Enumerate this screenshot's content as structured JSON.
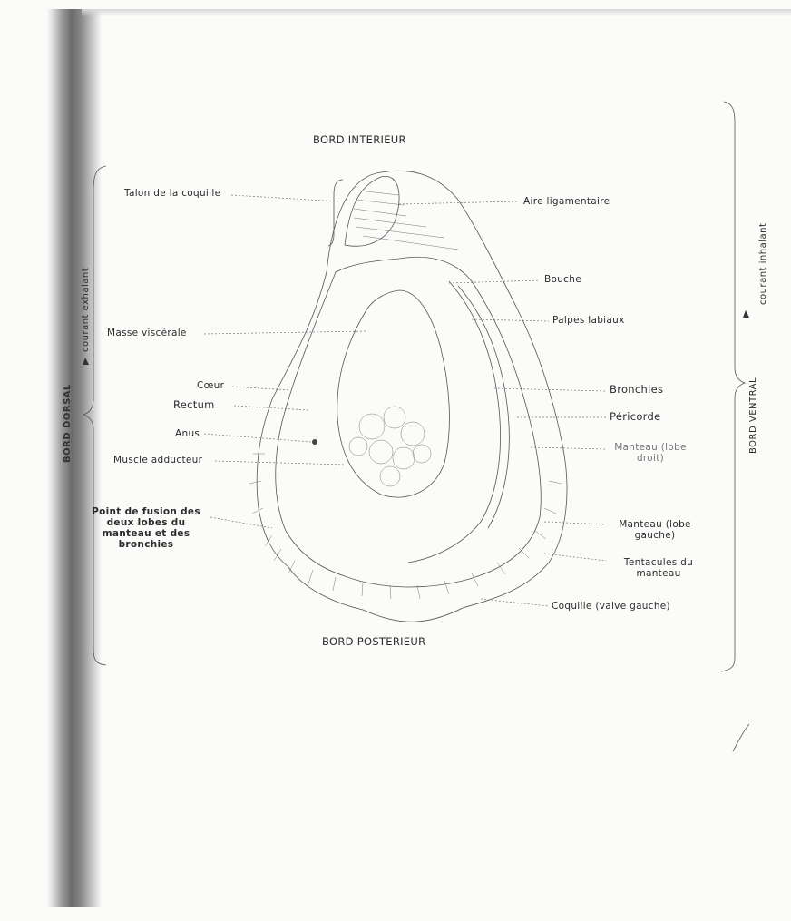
{
  "labels": {
    "bord_interieur": "BORD INTERIEUR",
    "bord_posterieur": "BORD POSTERIEUR",
    "bord_ventral": "BORD VENTRAL",
    "bord_dorsal": "BORD DORSAL",
    "courant_exhalant": "courant exhalant",
    "courant_inhalant": "courant inhalant",
    "talon": "Talon de la coquille",
    "masse_viscerale": "Masse viscérale",
    "coeur": "Cœur",
    "rectum": "Rectum",
    "anus": "Anus",
    "muscle": "Muscle adducteur",
    "point_fusion": "Point de fusion des deux lobes du manteau et des bronchies",
    "aire_ligamentaire": "Aire ligamentaire",
    "bouche": "Bouche",
    "palpes": "Palpes labiaux",
    "bronchies": "Bronchies",
    "pericorde": "Péricorde",
    "manteau_droit": "Manteau (lobe droit)",
    "manteau_gauche": "Manteau (lobe gauche)",
    "tentacules": "Tentacules du manteau",
    "coquille": "Coquille (valve gauche)"
  }
}
